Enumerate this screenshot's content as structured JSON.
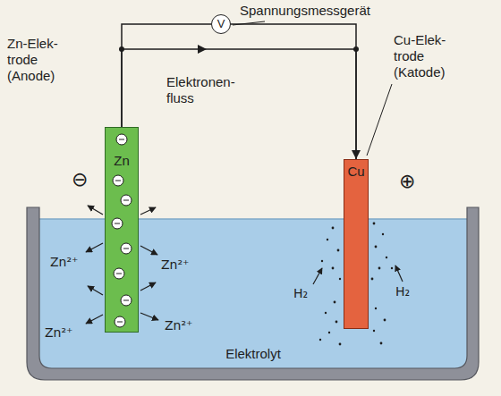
{
  "diagram": {
    "nodes": [
      {
        "text": [
          "V"
        ]
      },
      {
        "text": [
          "Zn"
        ]
      },
      {
        "text": [
          "Cu"
        ]
      },
      {
        "text": [
          "Elektrolyt"
        ]
      }
    ],
    "edges": [
      {
        "from": 1,
        "to": 0,
        "arrow": "none"
      },
      {
        "from": 0,
        "to": 2,
        "arrow": "none"
      },
      {
        "from": 1,
        "to": 2,
        "arrow": "to",
        "label": "Elektronen- fluss"
      }
    ],
    "labels": [
      "Spannungsmessgerät",
      "Zn-Elek- trode (Anode)",
      "Cu-Elek- trode (Katode)",
      "⊖",
      "⊕",
      "Zn²⁺",
      "Zn²⁺",
      "Zn²⁺",
      "Zn²⁺",
      "H₂",
      "H₂"
    ]
  }
}
